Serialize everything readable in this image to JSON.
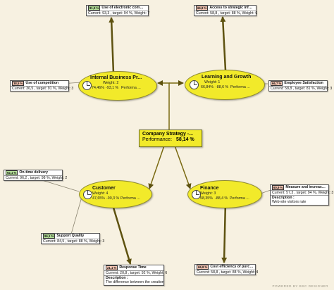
{
  "center": {
    "title": "Company  Strategy  -...",
    "perf_label": "Performance:",
    "perf_value": "58,14 %"
  },
  "nodes": {
    "internal": {
      "title": "Internal Business Pr...",
      "weight": "Weight: 2",
      "actual": "74,46%",
      "target": "-93,1 %",
      "perf": "Performa ..."
    },
    "learning": {
      "title": "Learning and Growth",
      "weight": "Weight: 1",
      "actual": "66,84%",
      "target": "-88,6 %",
      "perf": "Performa ..."
    },
    "customer": {
      "title": "Customer",
      "weight": "Weight: 4",
      "actual": "47,65%",
      "target": "-90,3 %",
      "perf": "Performa ..."
    },
    "finance": {
      "title": "Finance",
      "weight": "Weight: 3",
      "actual": "58,35%",
      "target": "-88,4 %",
      "perf": "Performa ..."
    }
  },
  "kpis": {
    "ecommerce": {
      "badge": "81,9 %",
      "badge_color": "green",
      "name": "Use of electronic commerce",
      "stats": "Current: 93,3 , target: 94 %, Weight: 7"
    },
    "strategic": {
      "badge": "66,8 %",
      "badge_color": "red",
      "name": "Access to strategic informa...",
      "stats": "Current: 58,8 , target: 88 %, Weight: 6"
    },
    "competition": {
      "badge": "38,5 %",
      "badge_color": "red",
      "name": "Use of competition",
      "stats": "Current: 36,5 , target: 91 %, Weight: 3"
    },
    "satisfaction": {
      "badge": "66,7 %",
      "badge_color": "red",
      "name": "Employee Satisfaction",
      "stats": "Current: 58,8 , target: 81 %, Weight: 3"
    },
    "delivery": {
      "badge": "92,1 %",
      "badge_color": "green",
      "name": "On-time delivery",
      "stats": "Current: 96,2 , target: 98 %, Weight: 2"
    },
    "quality": {
      "badge": "96,1 %",
      "badge_color": "green",
      "name": "Support Quality",
      "stats": "Current: 84,5 , target: 88 %, Weight: 3"
    },
    "response": {
      "badge": "21,1 %",
      "badge_color": "red",
      "name": "Response Time",
      "stats": "Current: 20,8 , target: 92 %, Weight: 6",
      "desc_label": "Description :",
      "desc": "The difference between the creation..."
    },
    "measure": {
      "badge": "60,9 %",
      "badge_color": "red",
      "name": "Measure and increase ROI",
      "stats": "Current: 57,3 , target: 94 %, Weight: 3",
      "desc_label": "Description :",
      "desc": "Web-site visitors rate"
    },
    "cost": {
      "badge": "66,8 %",
      "badge_color": "red",
      "name": "Cost efficiency of purchas...",
      "stats": "Current: 58,8 , target: 88 %, Weight: 4"
    }
  },
  "footer": "POWERED BY BSC DESIGNER",
  "colors": {
    "node_fill": "#f2ea2a",
    "arrow": "#7a6a12",
    "background": "#f7f1e1",
    "badge_green": "#b6e39a",
    "badge_red": "#f7c6b3"
  }
}
